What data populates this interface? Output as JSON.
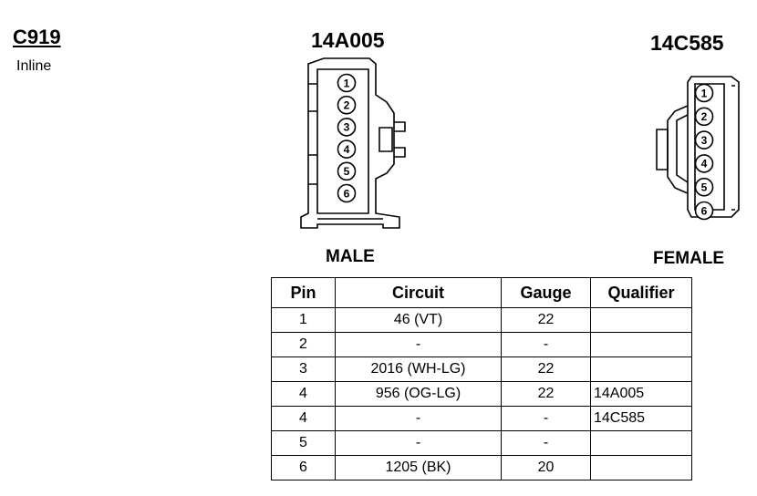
{
  "connector": {
    "id": "C919",
    "type": "Inline"
  },
  "male": {
    "part_number": "14A005",
    "label": "MALE"
  },
  "female": {
    "part_number": "14C585",
    "label": "FEMALE"
  },
  "male_pins": [
    "1",
    "2",
    "3",
    "4",
    "5",
    "6"
  ],
  "female_pins": [
    "1",
    "2",
    "3",
    "4",
    "5",
    "6"
  ],
  "table": {
    "headers": {
      "pin": "Pin",
      "circuit": "Circuit",
      "gauge": "Gauge",
      "qualifier": "Qualifier"
    },
    "rows": [
      {
        "pin": "1",
        "circuit": "46 (VT)",
        "gauge": "22",
        "qualifier": ""
      },
      {
        "pin": "2",
        "circuit": "-",
        "gauge": "-",
        "qualifier": ""
      },
      {
        "pin": "3",
        "circuit": "2016 (WH-LG)",
        "gauge": "22",
        "qualifier": ""
      },
      {
        "pin": "4",
        "circuit": "956 (OG-LG)",
        "gauge": "22",
        "qualifier": "14A005"
      },
      {
        "pin": "4",
        "circuit": "-",
        "gauge": "-",
        "qualifier": "14C585"
      },
      {
        "pin": "5",
        "circuit": "-",
        "gauge": "-",
        "qualifier": ""
      },
      {
        "pin": "6",
        "circuit": "1205 (BK)",
        "gauge": "20",
        "qualifier": ""
      }
    ]
  }
}
